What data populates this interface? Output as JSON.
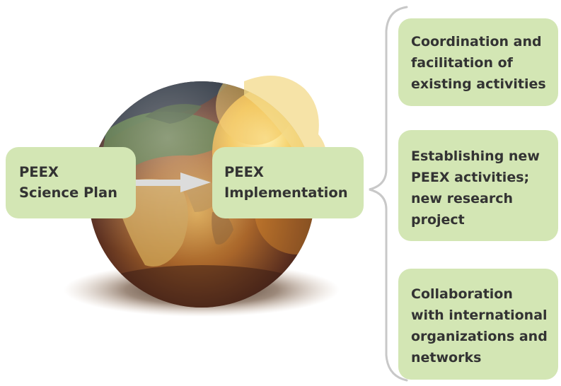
{
  "diagram": {
    "plan_box": {
      "lines": [
        "PEEX",
        "Science Plan"
      ]
    },
    "implementation_box": {
      "lines": [
        "PEEX",
        "Implementation"
      ]
    },
    "outcomes": [
      {
        "lines": [
          "Coordination and",
          "facilitation of",
          "existing activities"
        ]
      },
      {
        "lines": [
          "Establishing new",
          "PEEX activities;",
          "new research",
          "project"
        ]
      },
      {
        "lines": [
          "Collaboration",
          "with international",
          "organizations and",
          "networks"
        ]
      }
    ],
    "illustration": "globe-icon",
    "colors": {
      "box_fill": "#d3e6b4",
      "text": "#333333",
      "arrow": "#dcdcdc",
      "brace": "#c8c8c8"
    }
  }
}
